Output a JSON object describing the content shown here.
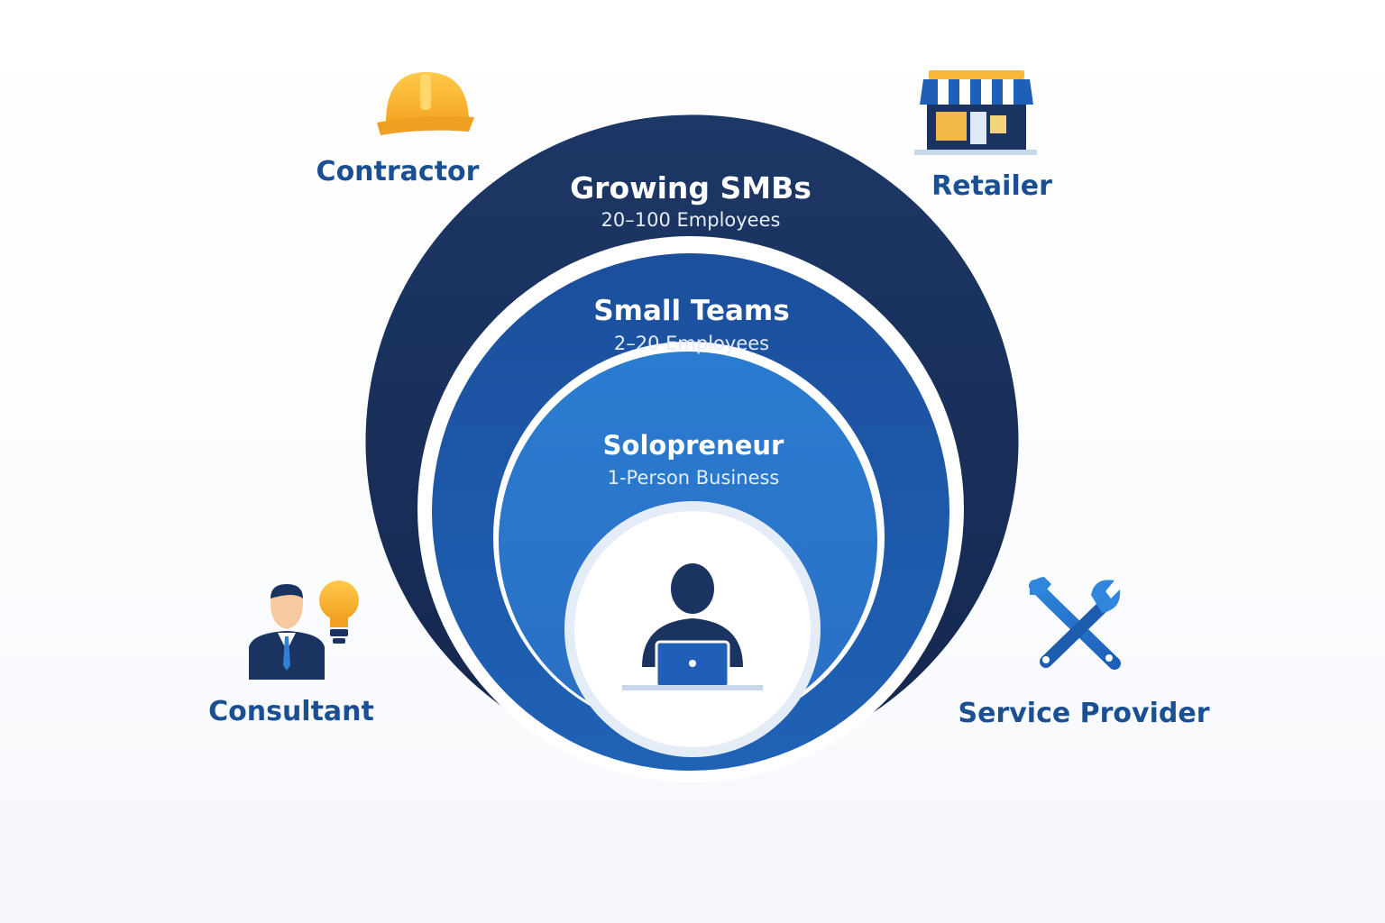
{
  "rings": {
    "outer": {
      "title": "Growing SMBs",
      "subtitle": "20–100 Employees"
    },
    "middle": {
      "title": "Small Teams",
      "subtitle": "2–20 Employees"
    },
    "inner": {
      "title": "Solopreneur",
      "subtitle": "1-Person Business"
    }
  },
  "segments": {
    "contractor": "Contractor",
    "retailer": "Retailer",
    "consultant": "Consultant",
    "service_provider": "Service Provider"
  },
  "icons": {
    "contractor": "hard-hat-icon",
    "retailer": "storefront-icon",
    "consultant": "businessman-lightbulb-icon",
    "service_provider": "wrench-screwdriver-icon",
    "center": "person-laptop-icon"
  },
  "colors": {
    "outer_ring": "#1b3361",
    "middle_ring": "#1e5cad",
    "inner_ring": "#2c80d2",
    "label": "#1a4f94",
    "accent_yellow": "#f9b73a"
  }
}
